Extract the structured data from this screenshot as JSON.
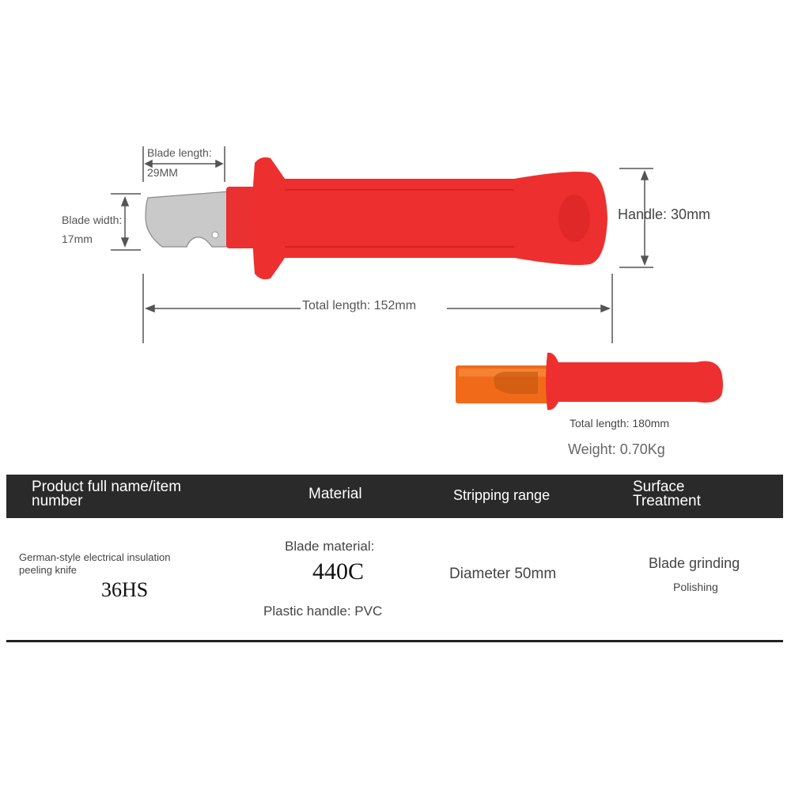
{
  "diagram": {
    "blade_length_label": "Blade length:",
    "blade_length_value": "29MM",
    "blade_width_label": "Blade width:",
    "blade_width_value": "17mm",
    "handle_label": "Handle: 30mm",
    "total_length_main": "Total length: 152mm",
    "total_length_small": "Total length: 180mm",
    "weight": "Weight: 0.70Kg",
    "colors": {
      "handle": "#ee2f2f",
      "sheath": "#f06a1a",
      "blade": "#c8c8c8"
    }
  },
  "table": {
    "headers": [
      "Product full name/item number",
      "Material",
      "Stripping range",
      "Surface Treatment"
    ],
    "header_lines": {
      "col1": [
        "Product full name/item",
        "number"
      ],
      "col4": [
        "Surface",
        "Treatment"
      ]
    },
    "row": {
      "name_line1": "German-style electrical insulation",
      "name_line2": "peeling knife",
      "item_number": "36HS",
      "blade_material_label": "Blade material:",
      "blade_material_value": "440C",
      "handle_material": "Plastic handle: PVC",
      "stripping_range": "Diameter 50mm",
      "surface_1": "Blade grinding",
      "surface_2": "Polishing"
    }
  }
}
